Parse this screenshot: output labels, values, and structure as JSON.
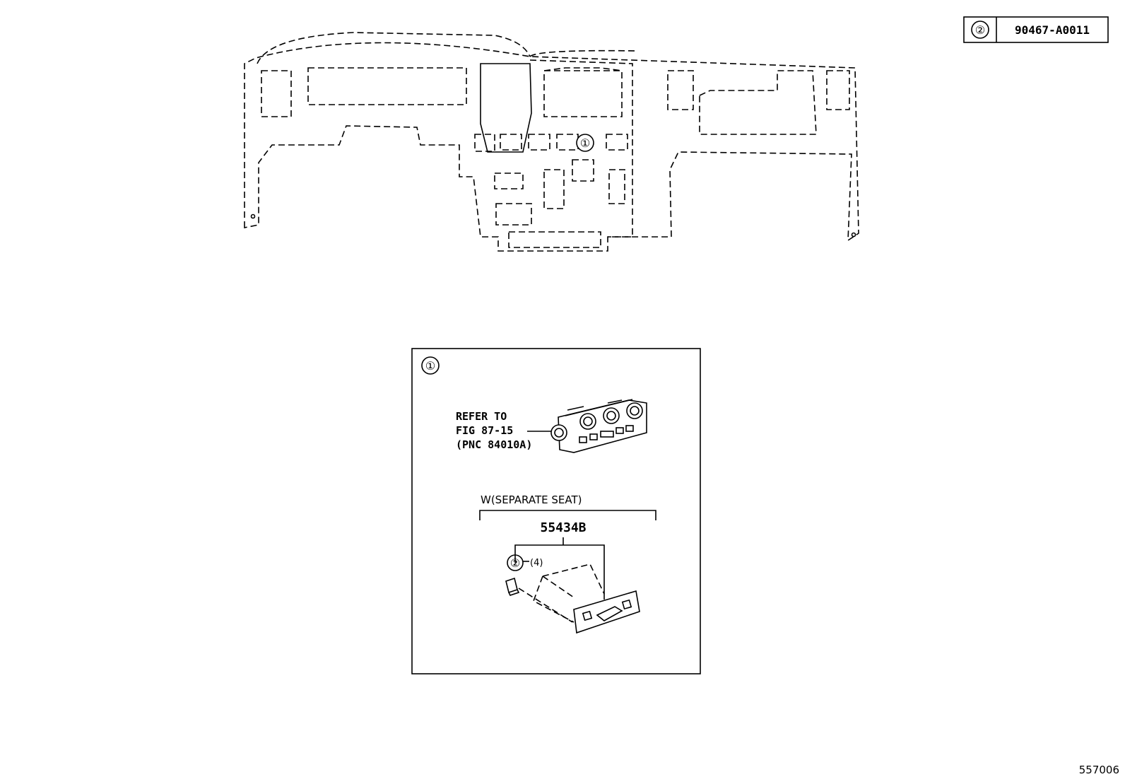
{
  "legend": {
    "ref_symbol": "②",
    "part_number": "90467-A0011"
  },
  "dashboard": {
    "callout_symbol": "①"
  },
  "detail": {
    "callout_symbol": "①",
    "refer_line1": "REFER TO",
    "refer_line2": "FIG 87-15",
    "refer_line3": "(PNC 84010A)",
    "condition_label": "W(SEPARATE SEAT)",
    "part_number": "55434B",
    "clip_symbol": "②",
    "clip_quantity": "(4)"
  },
  "footer": {
    "illustration_id": "557006"
  }
}
